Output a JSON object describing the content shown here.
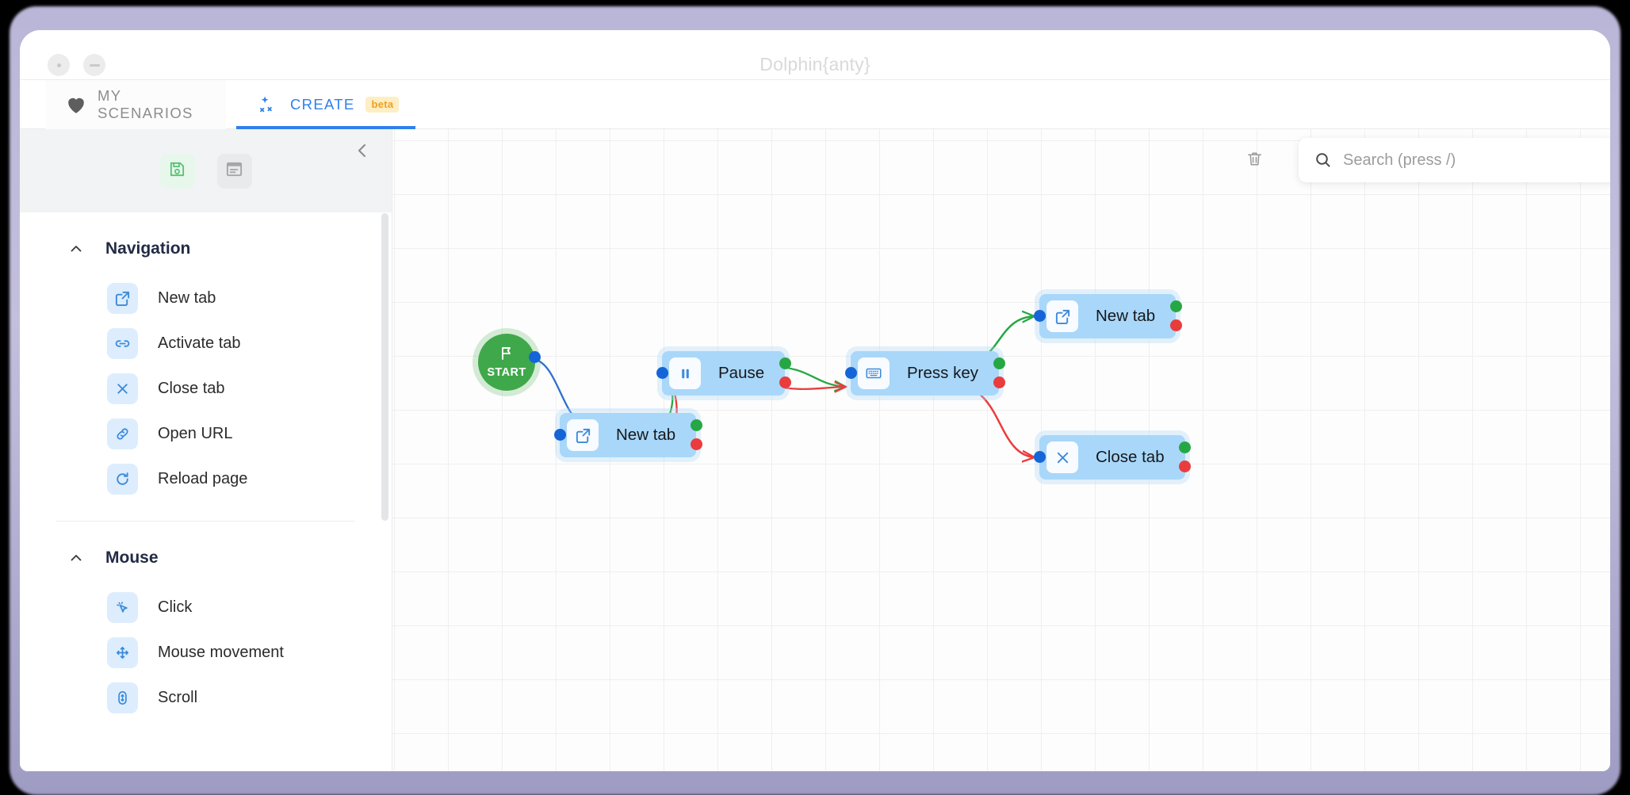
{
  "window": {
    "title": "Dolphin{anty}",
    "controls": [
      {
        "name": "close",
        "icon": "dot-icon"
      },
      {
        "name": "minimize",
        "icon": "minus-icon"
      }
    ]
  },
  "tabs": [
    {
      "id": "my-scenarios",
      "label": "MY SCENARIOS",
      "icon": "heart-icon",
      "active": false
    },
    {
      "id": "create",
      "label": "CREATE",
      "icon": "magic-wand-icon",
      "badge": "beta",
      "active": true
    }
  ],
  "sidebar": {
    "toolbar": [
      {
        "name": "save",
        "icon": "save-disk-icon",
        "color": "#56c271"
      },
      {
        "name": "notes",
        "icon": "note-window-icon",
        "color": "#a6a6a6"
      }
    ],
    "collapse_icon": "chevron-left-icon",
    "groups": [
      {
        "title": "Navigation",
        "collapse_icon": "chevron-up-icon",
        "items": [
          {
            "label": "New tab",
            "icon": "external-link-icon"
          },
          {
            "label": "Activate tab",
            "icon": "link-horizontal-icon"
          },
          {
            "label": "Close tab",
            "icon": "close-x-icon"
          },
          {
            "label": "Open URL",
            "icon": "chain-link-icon"
          },
          {
            "label": "Reload page",
            "icon": "reload-icon"
          }
        ]
      },
      {
        "title": "Mouse",
        "collapse_icon": "chevron-up-icon",
        "items": [
          {
            "label": "Click",
            "icon": "cursor-click-icon"
          },
          {
            "label": "Mouse movement",
            "icon": "move-arrows-icon"
          },
          {
            "label": "Scroll",
            "icon": "scroll-vertical-icon"
          }
        ]
      }
    ]
  },
  "canvas": {
    "trash_icon": "trash-icon",
    "search": {
      "icon": "search-icon",
      "placeholder": "Search (press /)",
      "value": ""
    },
    "start_node": {
      "label": "START",
      "icon": "flag-icon",
      "color": "#3fa84a"
    },
    "nodes": [
      {
        "id": "n1",
        "label": "New tab",
        "icon": "external-link-icon"
      },
      {
        "id": "n2",
        "label": "Pause",
        "icon": "pause-icon"
      },
      {
        "id": "n3",
        "label": "Press key",
        "icon": "keyboard-icon"
      },
      {
        "id": "n4",
        "label": "New tab",
        "icon": "external-link-icon"
      },
      {
        "id": "n5",
        "label": "Close tab",
        "icon": "close-x-icon"
      }
    ],
    "port_colors": {
      "input": "#1565d8",
      "success": "#27a744",
      "failure": "#ea3c3c"
    }
  }
}
